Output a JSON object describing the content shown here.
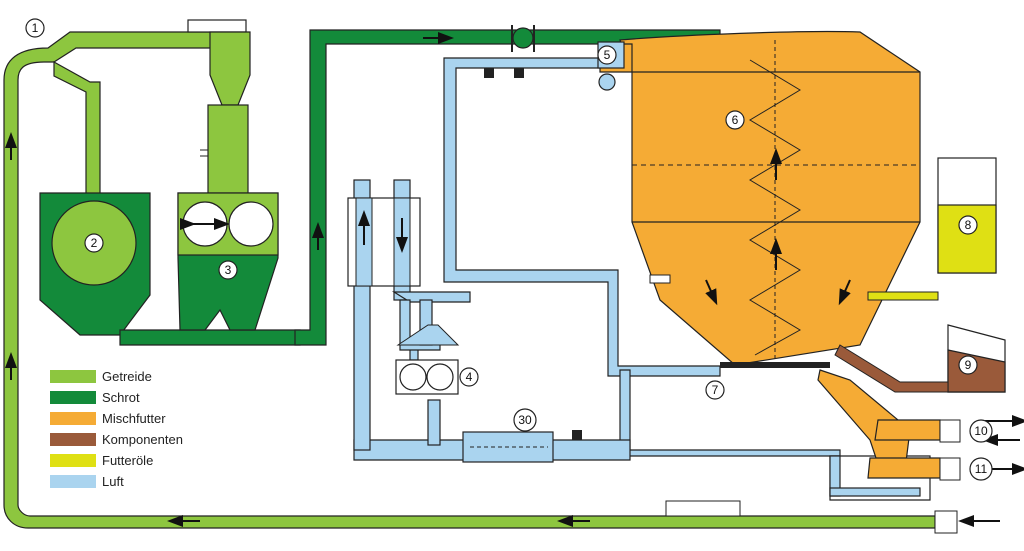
{
  "colors": {
    "getreide": "#8dc63f",
    "schrot": "#138a3a",
    "mischfutter": "#f5ab35",
    "komponenten": "#9a5a3a",
    "futteroele": "#dfe014",
    "luft": "#aad4ef",
    "outline": "#222222"
  },
  "callouts": [
    {
      "id": "c1",
      "label": "1"
    },
    {
      "id": "c2",
      "label": "2"
    },
    {
      "id": "c3",
      "label": "3"
    },
    {
      "id": "c4",
      "label": "4"
    },
    {
      "id": "c5",
      "label": "5"
    },
    {
      "id": "c6",
      "label": "6"
    },
    {
      "id": "c7",
      "label": "7"
    },
    {
      "id": "c8",
      "label": "8"
    },
    {
      "id": "c9",
      "label": "9"
    },
    {
      "id": "c10",
      "label": "10"
    },
    {
      "id": "c11",
      "label": "11"
    },
    {
      "id": "c30",
      "label": "30"
    }
  ],
  "legend": [
    {
      "label": "Getreide",
      "color_key": "getreide"
    },
    {
      "label": "Schrot",
      "color_key": "schrot"
    },
    {
      "label": "Mischfutter",
      "color_key": "mischfutter"
    },
    {
      "label": "Komponenten",
      "color_key": "komponenten"
    },
    {
      "label": "Futteröle",
      "color_key": "futteroele"
    },
    {
      "label": "Luft",
      "color_key": "luft"
    }
  ]
}
